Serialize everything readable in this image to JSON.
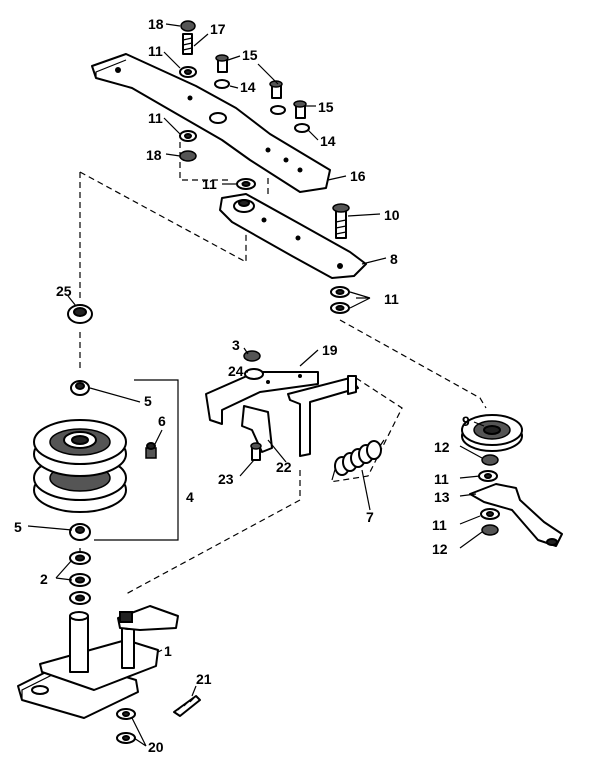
{
  "callouts": {
    "c1": "1",
    "c2": "2",
    "c3": "3",
    "c4": "4",
    "c5a": "5",
    "c5b": "5",
    "c6": "6",
    "c7": "7",
    "c8": "8",
    "c9": "9",
    "c10": "10",
    "c11a": "11",
    "c11b": "11",
    "c11c": "11",
    "c11d": "11",
    "c11e": "11",
    "c11f": "11",
    "c12a": "12",
    "c12b": "12",
    "c13": "13",
    "c14a": "14",
    "c14b": "14",
    "c15a": "15",
    "c15b": "15",
    "c16": "16",
    "c17": "17",
    "c18a": "18",
    "c18b": "18",
    "c19": "19",
    "c20": "20",
    "c21": "21",
    "c22": "22",
    "c23": "23",
    "c24": "24",
    "c25": "25"
  }
}
